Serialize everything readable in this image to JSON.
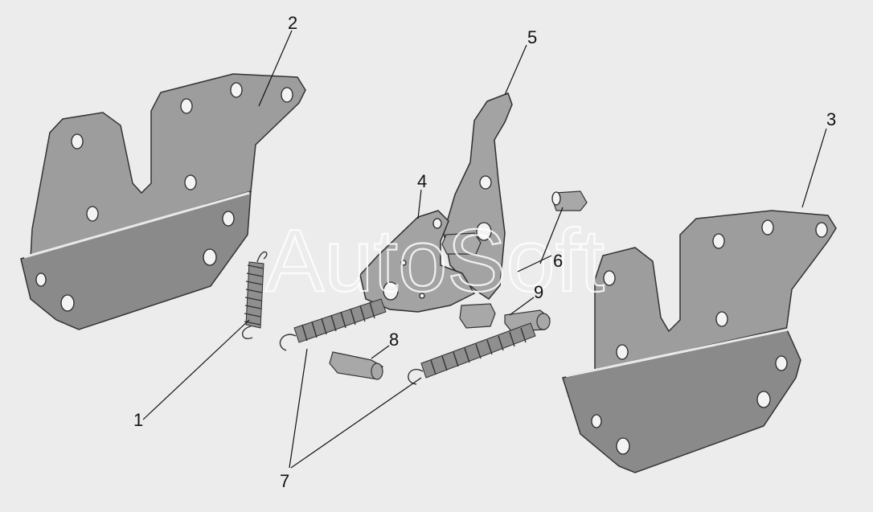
{
  "watermark": "AutoSoft",
  "callouts": {
    "c1": "1",
    "c2": "2",
    "c3": "3",
    "c4": "4",
    "c5": "5",
    "c6": "6",
    "c7": "7",
    "c8": "8",
    "c9": "9"
  },
  "colors": {
    "background": "#ececec",
    "part_fill": "#9d9d9d",
    "outline": "#333333"
  }
}
